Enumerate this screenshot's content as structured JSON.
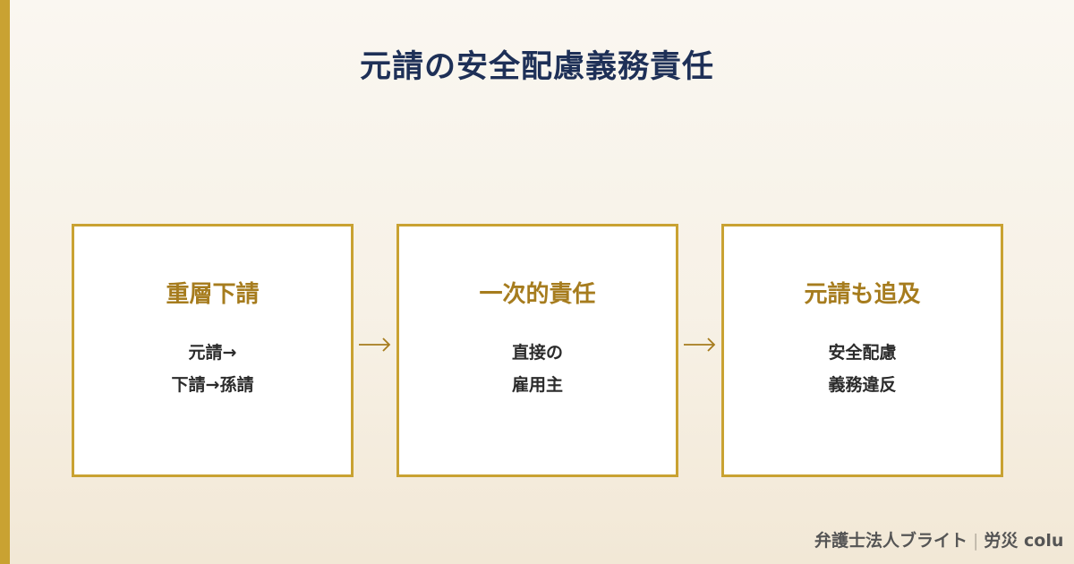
{
  "title": "元請の安全配慮義務責任",
  "steps": [
    {
      "title": "重層下請",
      "lines": [
        "元請→",
        "下請→孫請"
      ]
    },
    {
      "title": "一次的責任",
      "lines": [
        "直接の",
        "雇用主"
      ]
    },
    {
      "title": "元請も追及",
      "lines": [
        "安全配慮",
        "義務違反"
      ]
    }
  ],
  "arrow_icon": "arrow-right-icon",
  "footer": {
    "brand": "弁護士法人ブライト",
    "separator": "|",
    "section": "労災 colu"
  },
  "colors": {
    "accent": "#c9a232",
    "title": "#1e3057",
    "step_title": "#a67c1e",
    "text": "#2b2b2b"
  }
}
